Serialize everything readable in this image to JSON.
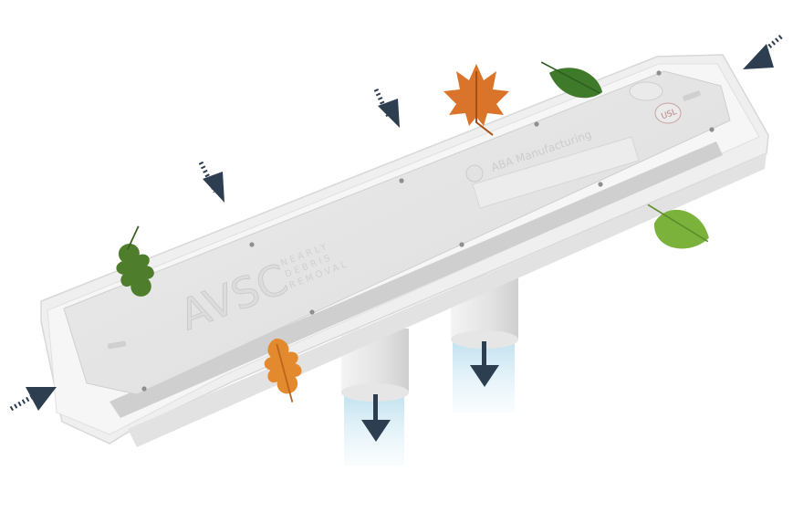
{
  "product": {
    "logo_text": "AVSC",
    "tagline_lines": [
      "NEARLY",
      "DEBRIS",
      "REMOVAL"
    ],
    "manufacturer": "ABA Manufacturing",
    "badge_text": "USL"
  },
  "colors": {
    "body": "#eeeeee",
    "lid": "#e4e4e4",
    "arrow": "#2c3e50",
    "flow": "#bfe1ef",
    "leaf_orange": "#d9742a",
    "leaf_green": "#4e7d2c",
    "leaf_light_green": "#7bb23c"
  },
  "icons": {
    "arrows": [
      "arrow-down-right-icon",
      "arrow-down-icon",
      "arrow-down-left-icon"
    ],
    "leaves": [
      "maple-leaf-icon",
      "oak-leaf-icon",
      "green-leaf-icon"
    ]
  }
}
